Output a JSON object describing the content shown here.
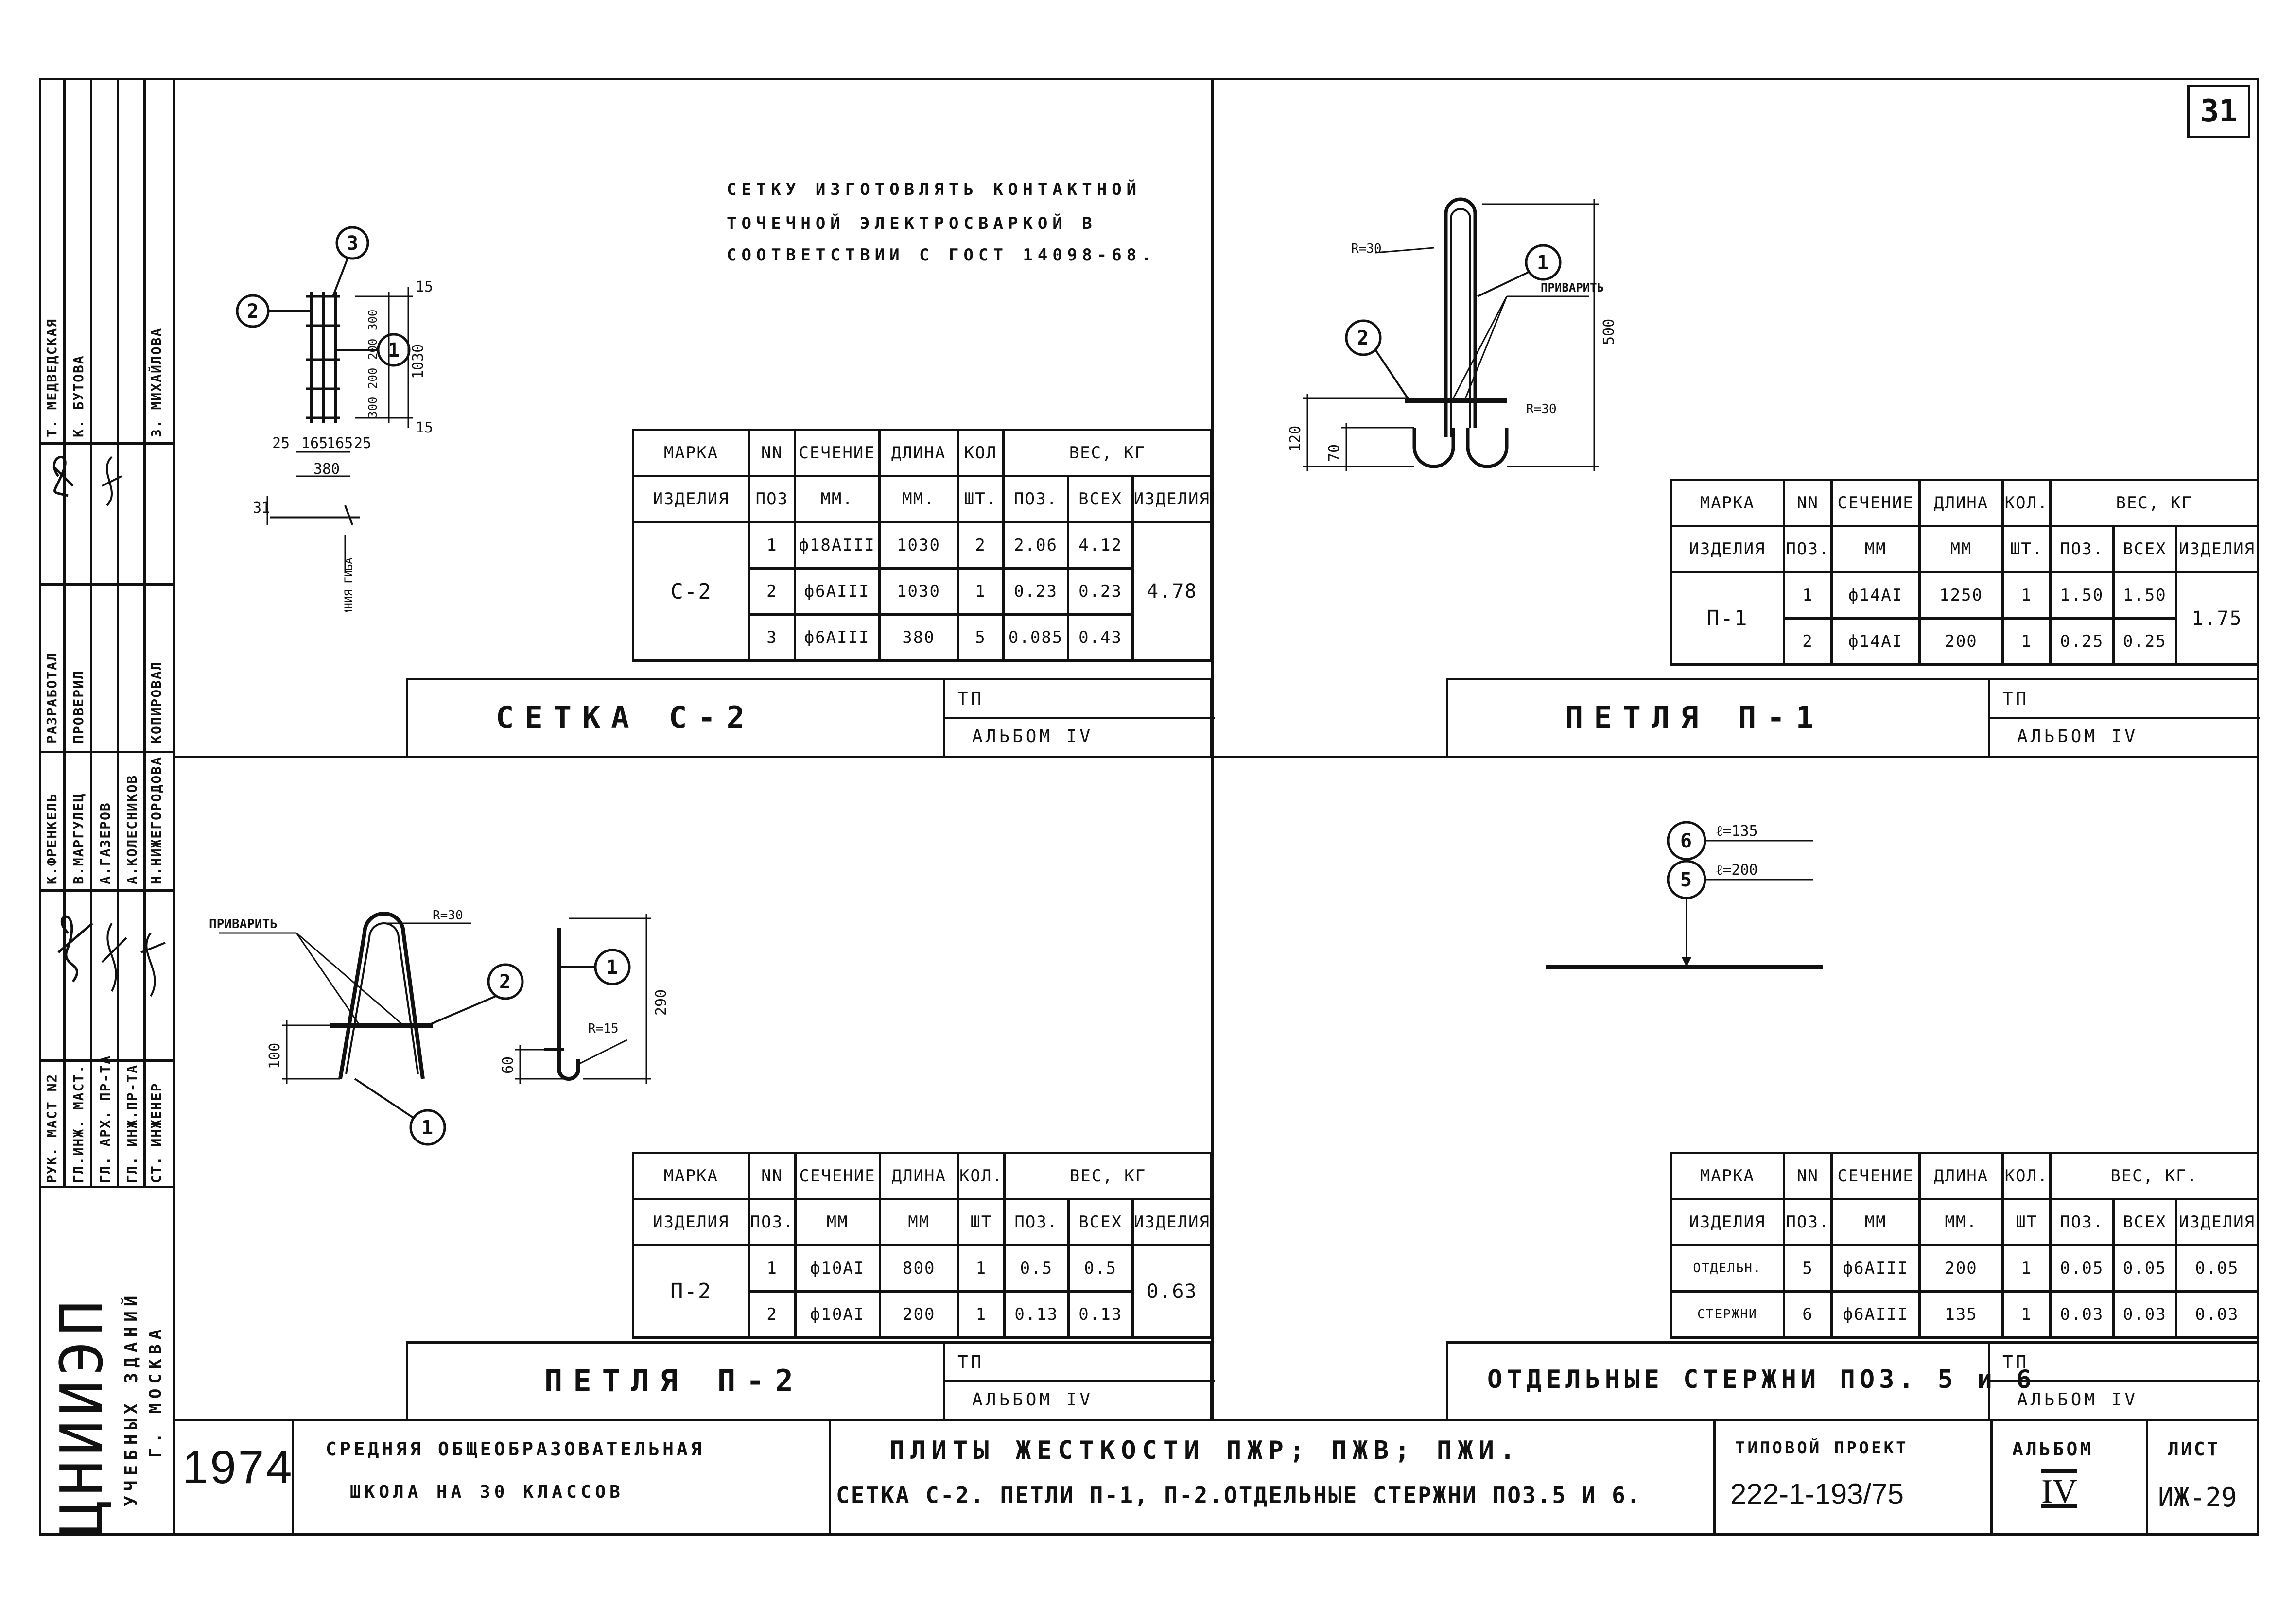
{
  "page_number": "31",
  "left_strip": {
    "top_names": [
      "Т. МЕДВЕДСКАЯ",
      "К. БУТОВА",
      "З. МИХАЙЛОВА"
    ],
    "top_roles": [
      "РАЗРАБОТАЛ",
      "ПРОВЕРИЛ",
      "КОПИРОВАЛ"
    ],
    "mid_names": [
      "К.ФРЕНКЕЛЬ",
      "В.МАРГУЛЕЦ",
      "А.ГАЗЕРОВ",
      "А.КОЛЕСНИКОВ",
      "Н.НИЖЕГОРОДОВА"
    ],
    "mid_roles": [
      "РУК. МАСТ N2",
      "ГЛ.ИНЖ. МАСТ.",
      "ГЛ. АРХ. ПР-ТА",
      "ГЛ. ИНЖ.ПР-ТА",
      "СТ. ИНЖЕНЕР"
    ],
    "org_logo": "ЦНИИЭП",
    "org_sub": "УЧЕБНЫХ ЗДАНИЙ",
    "org_city": "Г. МОСКВА"
  },
  "q1": {
    "note_lines": [
      "СЕТКУ ИЗГОТОВЛЯТЬ КОНТАКТНОЙ",
      "ТОЧЕЧНОЙ ЭЛЕКТРОСВАРКОЙ В",
      "СООТВЕТСТВИИ С ГОСТ 14098-68."
    ],
    "callouts": [
      "1",
      "2",
      "3"
    ],
    "dims": {
      "d25a": "25",
      "d165a": "165",
      "d165b": "165",
      "d25b": "25",
      "d380": "380",
      "d15a": "15",
      "d300a": "300",
      "d200a": "200",
      "d200b": "200",
      "d300b": "300",
      "d15b": "15",
      "d1030": "1030",
      "d31": "31"
    },
    "bend_line": "ЛИНИЯ ГИБА",
    "table": {
      "h1": [
        "МАРКА",
        "NN",
        "СЕЧЕНИЕ",
        "ДЛИНА",
        "КОЛ",
        "ВЕС, КГ"
      ],
      "h2": [
        "ИЗДЕЛИЯ",
        "ПОЗ",
        "ММ.",
        "ММ.",
        "ШТ.",
        "ПОЗ.",
        "ВСЕХ",
        "ИЗДЕЛИЯ"
      ],
      "mark": "С-2",
      "total": "4.78",
      "rows": [
        [
          "1",
          "ф18АIII",
          "1030",
          "2",
          "2.06",
          "4.12"
        ],
        [
          "2",
          "ф6АIII",
          "1030",
          "1",
          "0.23",
          "0.23"
        ],
        [
          "3",
          "ф6АIII",
          "380",
          "5",
          "0.085",
          "0.43"
        ]
      ]
    },
    "title": "СЕТКА С-2",
    "tp": "ТП",
    "album": "АЛЬБОМ IV"
  },
  "q2": {
    "callouts": [
      "1",
      "2"
    ],
    "label_weld": "ПРИВАРИТЬ",
    "dims": {
      "r30a": "R=30",
      "r30b": "R=30",
      "d500": "500",
      "d120": "120",
      "d70": "70"
    },
    "table": {
      "h1": [
        "МАРКА",
        "NN",
        "СЕЧЕНИЕ",
        "ДЛИНА",
        "КОЛ.",
        "ВЕС, КГ"
      ],
      "h2": [
        "ИЗДЕЛИЯ",
        "ПОЗ.",
        "ММ",
        "ММ",
        "ШТ.",
        "ПОЗ.",
        "ВСЕХ",
        "ИЗДЕЛИЯ"
      ],
      "mark": "П-1",
      "total": "1.75",
      "rows": [
        [
          "1",
          "ф14АI",
          "1250",
          "1",
          "1.50",
          "1.50"
        ],
        [
          "2",
          "ф14АI",
          "200",
          "1",
          "0.25",
          "0.25"
        ]
      ]
    },
    "title": "ПЕТЛЯ П-1",
    "tp": "ТП",
    "album": "АЛЬБОМ IV"
  },
  "q3": {
    "callouts": [
      "1",
      "2",
      "1"
    ],
    "label_weld": "ПРИВАРИТЬ",
    "dims": {
      "r30": "R=30",
      "r15": "R=15",
      "d100": "100",
      "d290": "290",
      "d60": "60"
    },
    "table": {
      "h1": [
        "МАРКА",
        "NN",
        "СЕЧЕНИЕ",
        "ДЛИНА",
        "КОЛ.",
        "ВЕС, КГ"
      ],
      "h2": [
        "ИЗДЕЛИЯ",
        "ПОЗ.",
        "ММ",
        "ММ",
        "ШТ",
        "ПОЗ.",
        "ВСЕХ",
        "ИЗДЕЛИЯ"
      ],
      "mark": "П-2",
      "total": "0.63",
      "rows": [
        [
          "1",
          "ф10АI",
          "800",
          "1",
          "0.5",
          "0.5"
        ],
        [
          "2",
          "ф10АI",
          "200",
          "1",
          "0.13",
          "0.13"
        ]
      ]
    },
    "title": "ПЕТЛЯ П-2",
    "tp": "ТП",
    "album": "АЛЬБОМ IV"
  },
  "q4": {
    "callouts": [
      "6",
      "5"
    ],
    "len6": "ℓ=135",
    "len5": "ℓ=200",
    "table": {
      "h1": [
        "МАРКА",
        "NN",
        "СЕЧЕНИЕ",
        "ДЛИНА",
        "КОЛ.",
        "ВЕС, КГ."
      ],
      "h2": [
        "ИЗДЕЛИЯ",
        "ПОЗ.",
        "ММ",
        "ММ.",
        "ШТ",
        "ПОЗ.",
        "ВСЕХ",
        "ИЗДЕЛИЯ"
      ],
      "rows": [
        [
          "ОТДЕЛЬН.",
          "5",
          "ф6АIII",
          "200",
          "1",
          "0.05",
          "0.05",
          "0.05"
        ],
        [
          "СТЕРЖНИ",
          "6",
          "ф6АIII",
          "135",
          "1",
          "0.03",
          "0.03",
          "0.03"
        ]
      ]
    },
    "title": "ОТДЕЛЬНЫЕ СТЕРЖНИ ПОЗ. 5 и 6",
    "tp": "ТП",
    "album": "АЛЬБОМ IV"
  },
  "stamp": {
    "year": "1974",
    "school_l1": "СРЕДНЯЯ ОБЩЕОБРАЗОВАТЕЛЬНАЯ",
    "school_l2": "ШКОЛА НА 30 КЛАССОВ",
    "main_l1": "ПЛИТЫ ЖЕСТКОСТИ ПЖР; ПЖВ; ПЖИ.",
    "main_l2": "СЕТКА С-2. ПЕТЛИ П-1, П-2.ОТДЕЛЬНЫЕ СТЕРЖНИ ПОЗ.5 И 6.",
    "proj_label": "ТИПОВОЙ ПРОЕКТ",
    "proj_num": "222-1-193/75",
    "album_label": "АЛЬБОМ",
    "album_num": "IV",
    "sheet_label": "ЛИСТ",
    "sheet_num": "ИЖ-29"
  }
}
